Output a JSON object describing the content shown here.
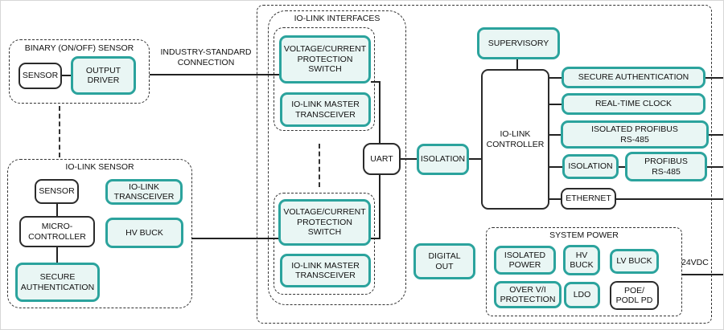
{
  "diagram": {
    "groups": {
      "binary_sensor": "BINARY (ON/OFF) SENSOR",
      "iolink_sensor": "IO-LINK SENSOR",
      "iolink_interfaces": "IO-LINK INTERFACES",
      "system_power": "SYSTEM POWER"
    },
    "labels": {
      "industry_standard_connection": "INDUSTRY-STANDARD\nCONNECTION",
      "supply_24vdc": "24VDC"
    },
    "nodes": {
      "binary_sensor_sensor": "SENSOR",
      "output_driver": "OUTPUT\nDRIVER",
      "iolink_sensor_sensor": "SENSOR",
      "iolink_transceiver": "IO-LINK\nTRANSCEIVER",
      "microcontroller": "MICRO-\nCONTROLLER",
      "hv_buck_sensor": "HV BUCK",
      "secure_authentication_sensor": "SECURE\nAUTHENTICATION",
      "vc_protection_switch_1": "VOLTAGE/CURRENT\nPROTECTION\nSWITCH",
      "iolink_master_transceiver_1": "IO-LINK MASTER\nTRANSCEIVER",
      "vc_protection_switch_2": "VOLTAGE/CURRENT\nPROTECTION\nSWITCH",
      "iolink_master_transceiver_2": "IO-LINK MASTER\nTRANSCEIVER",
      "uart": "UART",
      "isolation_uart": "ISOLATION",
      "iolink_controller": "IO-LINK\nCONTROLLER",
      "supervisory": "SUPERVISORY",
      "secure_authentication_main": "SECURE AUTHENTICATION",
      "real_time_clock": "REAL-TIME CLOCK",
      "isolated_profibus": "ISOLATED PROFIBUS\nRS-485",
      "isolation_profibus": "ISOLATION",
      "profibus": "PROFIBUS\nRS-485",
      "ethernet": "ETHERNET",
      "digital_out": "DIGITAL\nOUT",
      "isolated_power": "ISOLATED\nPOWER",
      "hv_buck_power": "HV\nBUCK",
      "lv_buck": "LV BUCK",
      "over_vi_protection": "OVER V/I\nPROTECTION",
      "ldo": "LDO",
      "poe_podl_pd": "POE/\nPODL PD"
    },
    "colors": {
      "teal_border": "#2ba39d",
      "teal_fill": "#e9f6f4",
      "line": "#222222"
    }
  }
}
